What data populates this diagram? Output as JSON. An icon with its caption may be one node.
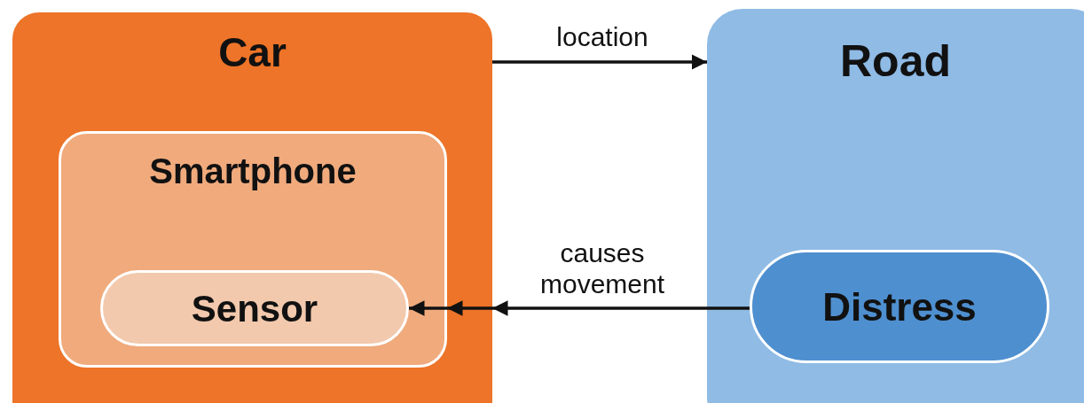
{
  "diagram": {
    "nodes": [
      {
        "text": [
          "Car"
        ]
      },
      {
        "text": [
          "Smartphone"
        ],
        "in": 0
      },
      {
        "text": [
          "Sensor"
        ],
        "in": 1
      },
      {
        "text": [
          "Road"
        ]
      },
      {
        "text": [
          "Distress"
        ],
        "in": 3
      }
    ],
    "edges": [
      {
        "from": 0,
        "to": 3,
        "arrow": "to",
        "label": "location"
      },
      {
        "from": 4,
        "to": 2,
        "arrow": "to",
        "label": "causes movement"
      }
    ]
  }
}
